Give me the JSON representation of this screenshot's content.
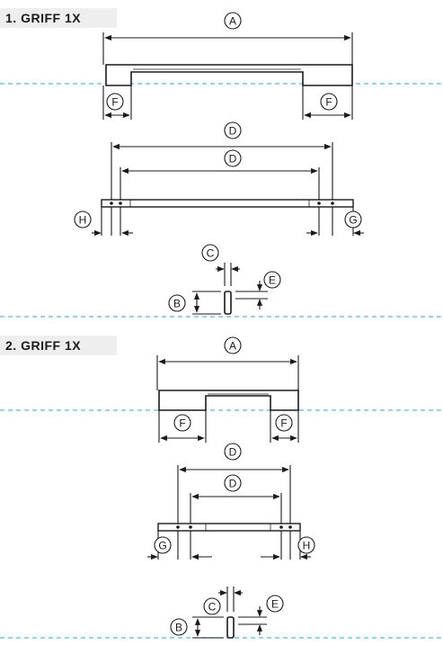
{
  "sections": [
    {
      "title": "1. GRIFF 1X"
    },
    {
      "title": "2. GRIFF 1X"
    }
  ],
  "dimension_labels": {
    "a": "A",
    "b": "B",
    "c": "C",
    "d": "D",
    "e": "E",
    "f": "F",
    "g": "G",
    "h": "H"
  },
  "colors": {
    "line": "#1a1a1a",
    "guide_dashed": "#5bb8d6",
    "label_background": "#eeeeee"
  }
}
